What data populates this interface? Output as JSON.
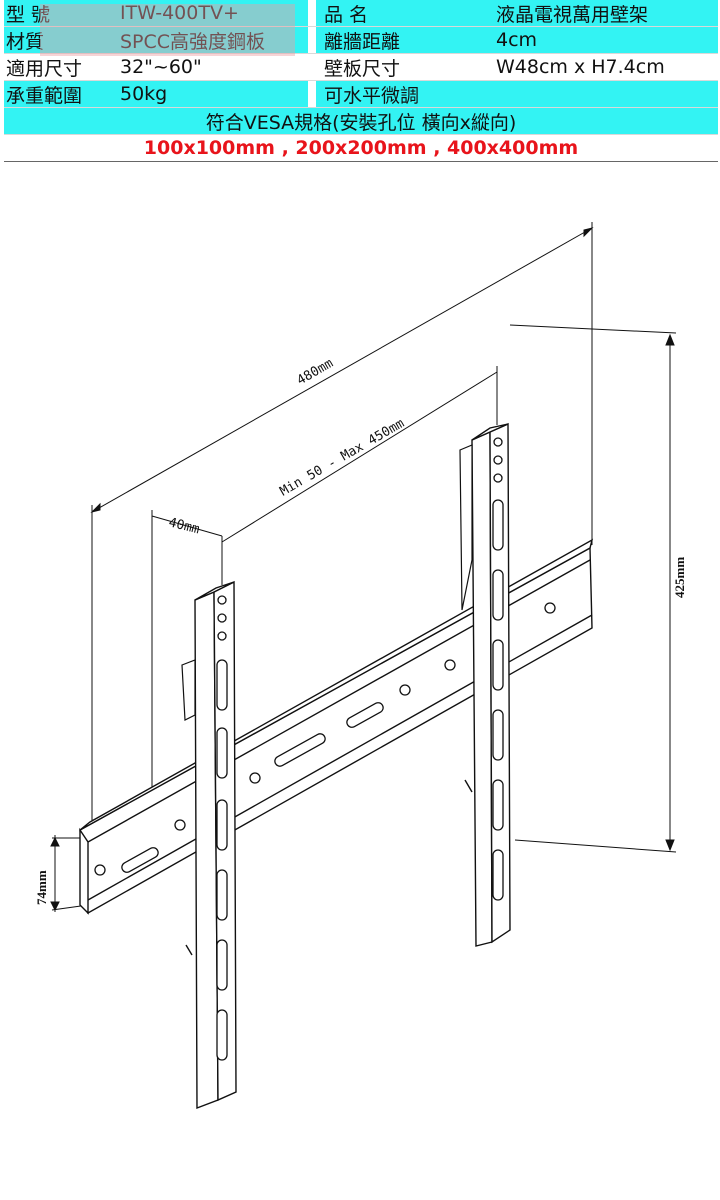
{
  "specs": {
    "row1": {
      "label_left": "型 號",
      "value_left": "ITW-400TV+",
      "label_right": "品 名",
      "value_right": "液晶電視萬用壁架"
    },
    "row2": {
      "label_left": "材質",
      "value_left": "SPCC高強度鋼板",
      "label_right": "離牆距離",
      "value_right": "4cm"
    },
    "row3": {
      "label_left": "適用尺寸",
      "value_left": "32\"~60\"",
      "label_right": "壁板尺寸",
      "value_right": "W48cm x H7.4cm"
    },
    "row4": {
      "label_left": "承重範圍",
      "value_left": "50kg",
      "label_right": "可水平微調",
      "value_right": ""
    },
    "vesa_heading": "符合VESA規格(安裝孔位 橫向x縱向)",
    "vesa_sizes": "100x100mm , 200x200mm , 400x400mm"
  },
  "diagram": {
    "dim_width": "480mm",
    "dim_adjust": "Min 50 - Max 450mm",
    "dim_offset": "40mm",
    "dim_height_total": "425mm",
    "dim_plate_height": "74mm"
  }
}
